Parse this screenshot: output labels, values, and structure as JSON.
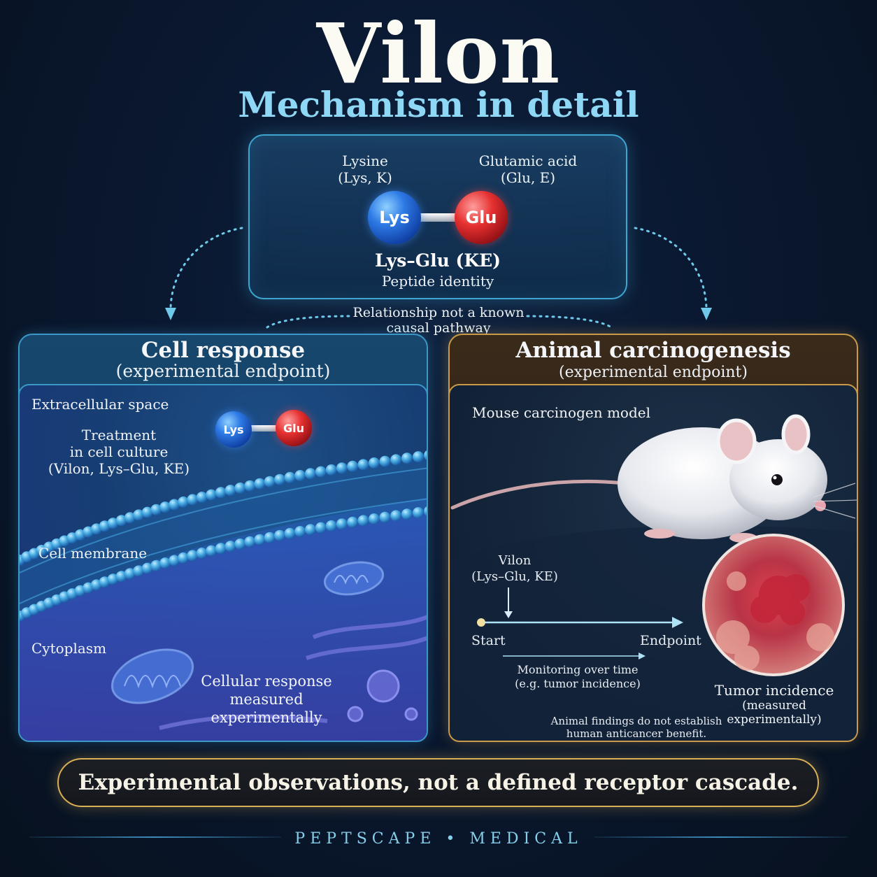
{
  "header": {
    "title": "Vilon",
    "subtitle": "Mechanism in detail"
  },
  "peptide": {
    "left_label_1": "Lysine",
    "left_label_2": "(Lys, K)",
    "right_label_1": "Glutamic acid",
    "right_label_2": "(Glu, E)",
    "lys_ball": "Lys",
    "glu_ball": "Glu",
    "name": "Lys–Glu (KE)",
    "caption": "Peptide identity"
  },
  "relationship_note": {
    "line_1": "Relationship not a known",
    "line_2": "causal pathway"
  },
  "cell_panel": {
    "title": "Cell response",
    "subtitle": "(experimental endpoint)",
    "extracellular": "Extracellular space",
    "treatment_1": "Treatment",
    "treatment_2": "in cell culture",
    "treatment_3": "(Vilon, Lys–Glu, KE)",
    "lys_ball": "Lys",
    "glu_ball": "Glu",
    "membrane": "Cell membrane",
    "cytoplasm": "Cytoplasm",
    "response_1": "Cellular response",
    "response_2": "measured experimentally"
  },
  "animal_panel": {
    "title": "Animal carcinogenesis",
    "subtitle": "(experimental endpoint)",
    "model": "Mouse carcinogen model",
    "vilon_1": "Vilon",
    "vilon_2": "(Lys–Glu, KE)",
    "start": "Start",
    "endpoint": "Endpoint",
    "monitoring_1": "Monitoring over time",
    "monitoring_2": "(e.g. tumor incidence)",
    "tumor_1": "Tumor incidence",
    "tumor_2": "(measured experimentally)",
    "disclaimer_1": "Animal findings do not establish",
    "disclaimer_2": "human anticancer benefit."
  },
  "banner": {
    "text": "Experimental observations, not a defined receptor cascade."
  },
  "footer": {
    "brand": "PEPTSCAPE • MEDICAL"
  },
  "colors": {
    "background": "#0a1830",
    "title": "#fbfaf3",
    "subtitle": "#8fd8f5",
    "cell_accent": "#3b97c8",
    "animal_accent": "#c99a4a",
    "banner_accent": "#d9b055",
    "lys": "#2e7be6",
    "glu": "#e53030"
  }
}
